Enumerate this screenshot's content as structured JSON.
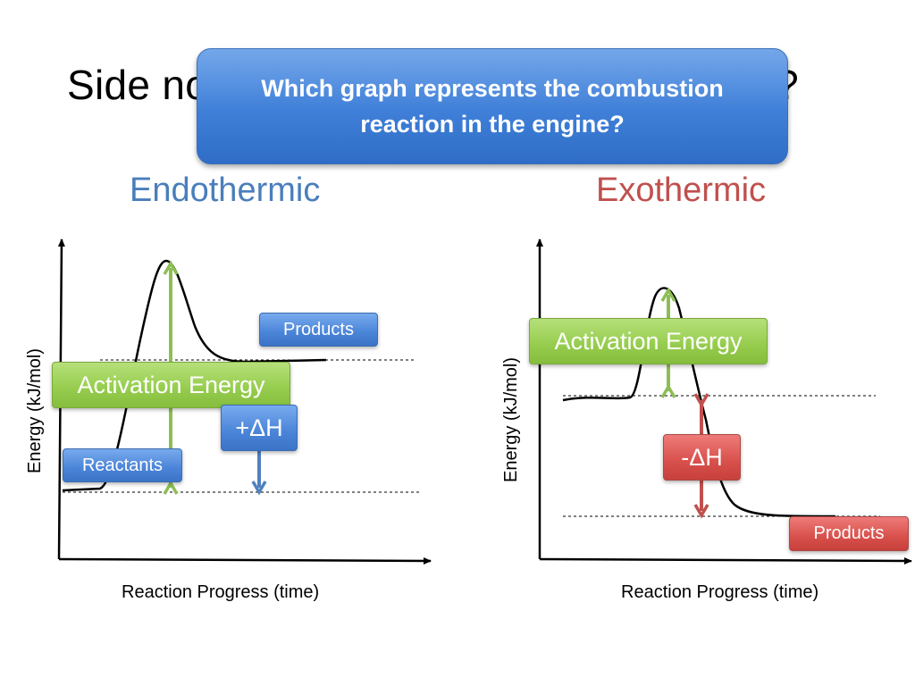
{
  "slide": {
    "title_left": "Side no",
    "title_right": "t?",
    "callout": "Which graph represents the combustion reaction in the engine?"
  },
  "endothermic": {
    "heading": "Endothermic",
    "ylabel": "Energy (kJ/mol)",
    "xlabel": "Reaction Progress (time)",
    "products_label": "Products",
    "reactants_label": "Reactants",
    "activation_label": "Activation Energy",
    "delta_h_label": "+ΔH"
  },
  "exothermic": {
    "heading": "Exothermic",
    "ylabel": "Energy (kJ/mol)",
    "xlabel": "Reaction Progress (time)",
    "activation_label": "Activation Energy",
    "delta_h_label": "-ΔH",
    "products_label": "Products"
  },
  "colors": {
    "endo_heading": "#4a7ebb",
    "exo_heading": "#c0504d",
    "activation_arrow": "#8dbe54",
    "endo_delta_arrow": "#4f81bd",
    "exo_delta_arrow": "#c0504d",
    "callout_fill": "#3f7fd8"
  }
}
